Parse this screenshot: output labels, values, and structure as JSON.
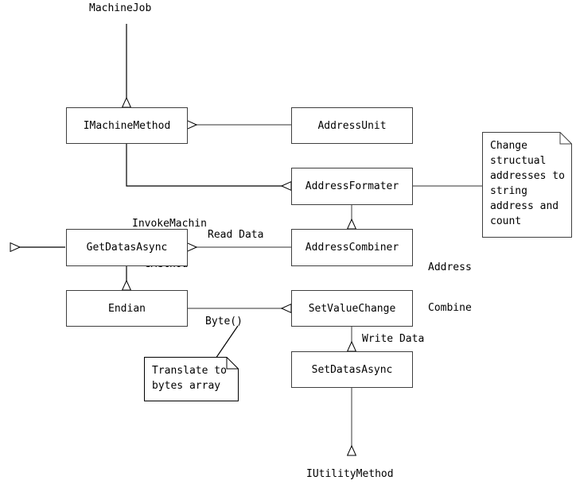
{
  "diagram": {
    "title_label": "MachineJob",
    "bottom_label": "IUtilityMethod",
    "line_color": "#3f3f3f",
    "text_color": "#000000",
    "background": "#ffffff",
    "nodes": [
      {
        "id": "imachinemethod",
        "label": "IMachineMethod"
      },
      {
        "id": "addressunit",
        "label": "AddressUnit"
      },
      {
        "id": "addressformater",
        "label": "AddressFormater"
      },
      {
        "id": "getdatasasync",
        "label": "GetDatasAsync"
      },
      {
        "id": "addresscombiner",
        "label": "AddressCombiner"
      },
      {
        "id": "endian",
        "label": "Endian"
      },
      {
        "id": "setvaluechange",
        "label": "SetValueChange"
      },
      {
        "id": "setdatasasync",
        "label": "SetDatasAsync"
      }
    ],
    "notes": [
      {
        "id": "note-address-change",
        "text": "Change\nstructual\naddresses to\nstring\naddress and\ncount"
      },
      {
        "id": "note-translate-bytes",
        "text": "Translate to\nbytes array"
      }
    ],
    "edge_labels": [
      {
        "id": "invoke-machine-method",
        "line1": "InvokeMachin",
        "line2": "  eMethod"
      },
      {
        "id": "read-data",
        "text": "Read Data"
      },
      {
        "id": "address-combine",
        "line1": "Address",
        "line2": "Combine"
      },
      {
        "id": "byte-array",
        "text": "Byte()"
      },
      {
        "id": "write-data",
        "text": "Write Data"
      }
    ]
  }
}
